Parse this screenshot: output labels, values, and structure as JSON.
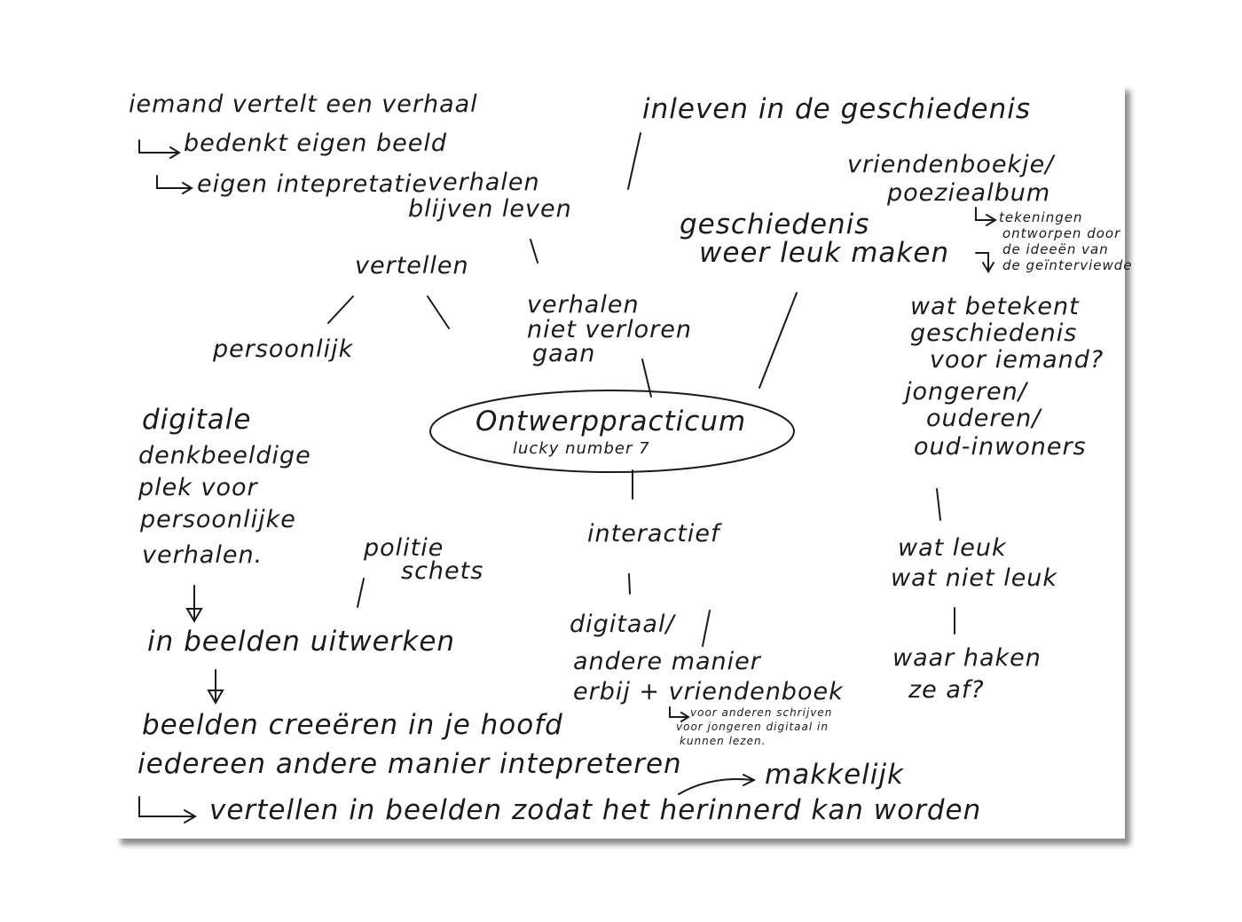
{
  "center": {
    "title": "Ontwerppracticum",
    "subtitle": "lucky number 7"
  },
  "top_left": {
    "line1": "iemand vertelt een verhaal",
    "line2": "bedenkt eigen beeld",
    "line3": "eigen intepretatie"
  },
  "verhalen_blijven": {
    "line1": "verhalen",
    "line2": "blijven leven"
  },
  "vertellen": "vertellen",
  "persoonlijk": "persoonlijk",
  "verhalen_niet": {
    "line1": "verhalen",
    "line2": "niet verloren",
    "line3": "gaan"
  },
  "inleven": "inleven in de geschiedenis",
  "vriendenboekje": {
    "line1": "vriendenboekje/",
    "line2": "poeziealbum"
  },
  "tekeningen": {
    "line1": "tekeningen",
    "line2": "ontworpen door",
    "line3": "de ideeën van",
    "line4": "de geïnterviewde"
  },
  "geschiedenis_leuk": {
    "line1": "geschiedenis",
    "line2": "weer leuk maken"
  },
  "wat_betekent": {
    "line1": "wat betekent",
    "line2": "geschiedenis",
    "line3": "voor iemand?"
  },
  "jongeren": {
    "line1": "jongeren/",
    "line2": "ouderen/",
    "line3": "oud-inwoners"
  },
  "digitale": {
    "line1": "digitale",
    "line2": "denkbeeldige",
    "line3": "plek voor",
    "line4": "persoonlijke",
    "line5": "verhalen."
  },
  "politie": {
    "line1": "politie",
    "line2": "schets"
  },
  "interactief": "interactief",
  "wat_leuk": {
    "line1": "wat leuk",
    "line2": "wat niet leuk"
  },
  "in_beelden": "in beelden uitwerken",
  "digitaal": {
    "line1": "digitaal/",
    "line2": "andere manier",
    "line3": "erbij + vriendenboek"
  },
  "voor_anderen": {
    "line1": "voor anderen schrijven",
    "line2": "voor jongeren digitaal in",
    "line3": "kunnen lezen."
  },
  "waar_haken": {
    "line1": "waar haken",
    "line2": "ze af?"
  },
  "bottom": {
    "line1": "beelden creeëren in je hoofd",
    "line2": "iedereen andere manier intepreteren",
    "makkelijk": "makkelijk",
    "line3": "vertellen in beelden zodat het herinnerd kan worden"
  }
}
